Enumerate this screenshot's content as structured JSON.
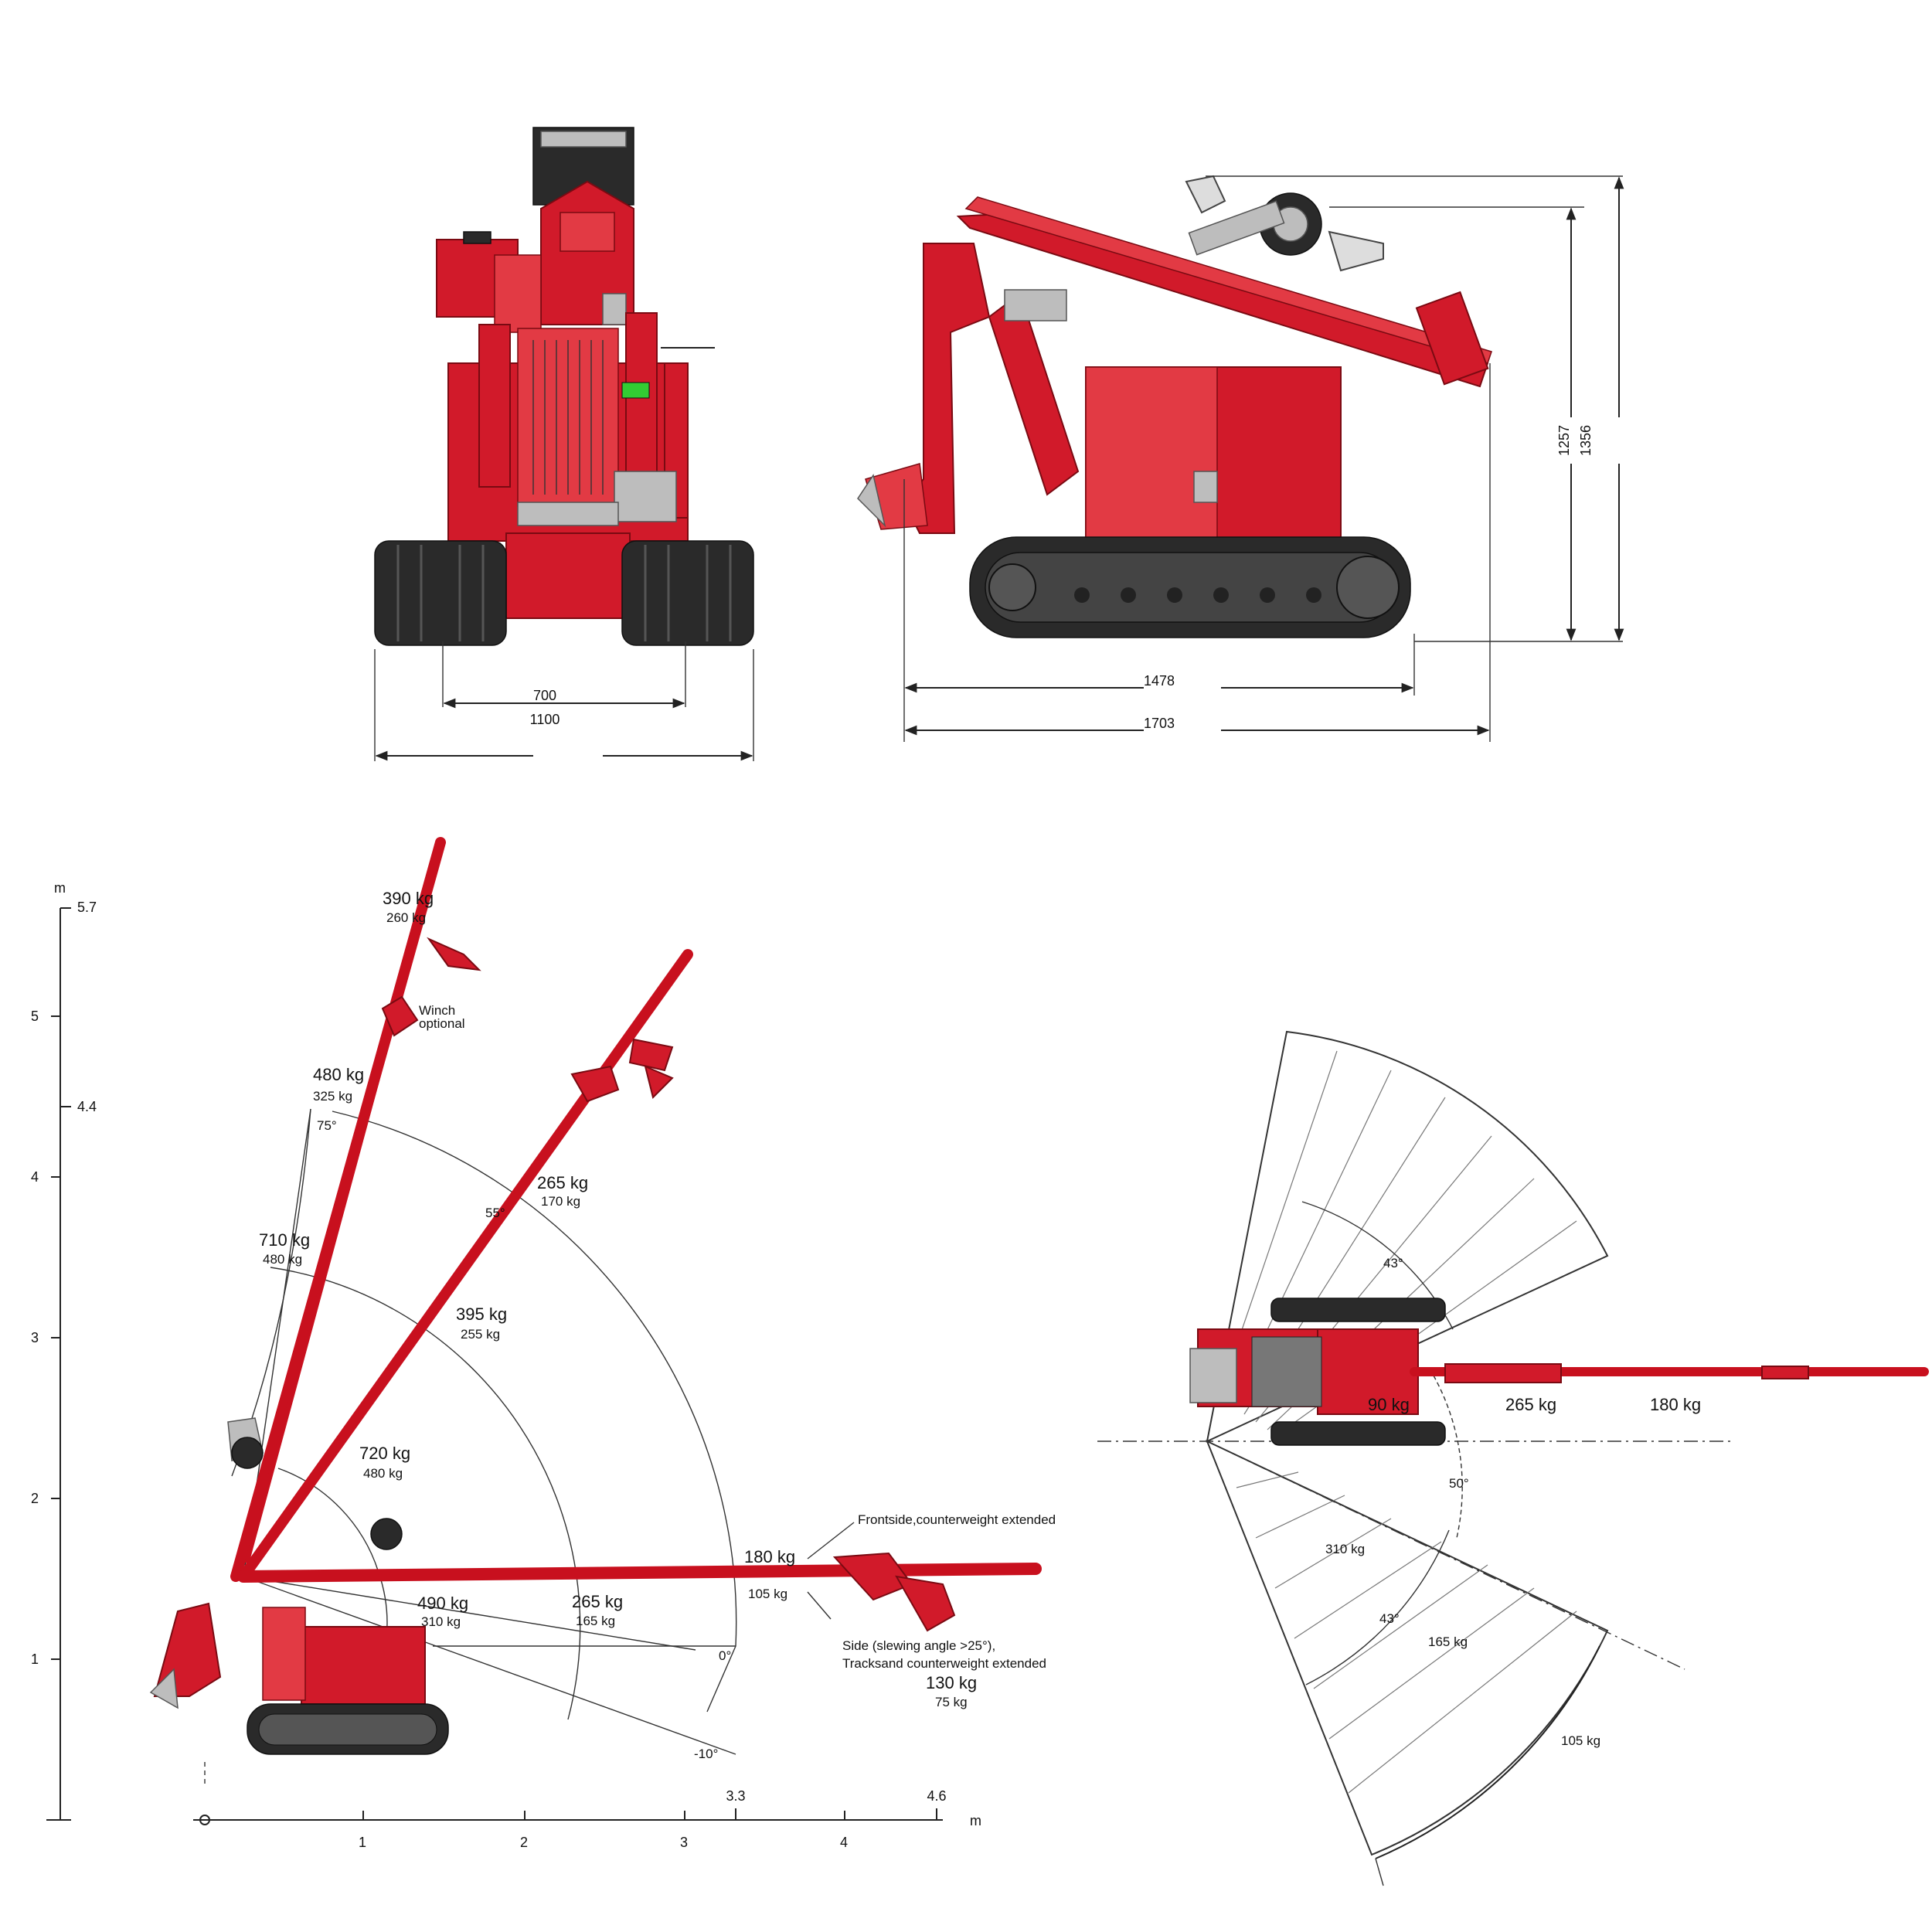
{
  "front_view": {
    "dims": {
      "track_gauge": "700",
      "overall_width": "1100"
    }
  },
  "side_view": {
    "dims": {
      "length_inner": "1478",
      "length_overall": "1703",
      "height_inner": "1257",
      "height_overall": "1356"
    }
  },
  "load_chart": {
    "y_axis": {
      "unit": "m",
      "ticks": [
        "1",
        "2",
        "3",
        "4",
        "5"
      ],
      "marks": [
        "4.4",
        "5.7"
      ]
    },
    "x_axis": {
      "unit": "m",
      "ticks": [
        "1",
        "2",
        "3",
        "4"
      ],
      "marks": [
        "3.3",
        "4.6"
      ]
    },
    "angles": [
      "75°",
      "55°",
      "0°",
      "-10°"
    ],
    "winch_note": [
      "Winch",
      "optional"
    ],
    "labels": [
      {
        "main": "390 kg",
        "sub": "260 kg"
      },
      {
        "main": "480 kg",
        "sub": "325 kg"
      },
      {
        "main": "710 kg",
        "sub": "480 kg"
      },
      {
        "main": "720 kg",
        "sub": "480 kg"
      },
      {
        "main": "265 kg",
        "sub": "170 kg"
      },
      {
        "main": "395 kg",
        "sub": "255 kg"
      },
      {
        "main": "490 kg",
        "sub": "310 kg"
      },
      {
        "main": "265 kg",
        "sub": "165 kg"
      },
      {
        "main": "180 kg",
        "sub": "105 kg"
      },
      {
        "main": "130 kg",
        "sub": "75 kg"
      }
    ],
    "notes": {
      "front": "Frontside,counterweight  extended",
      "side_1": "Side (slewing angle >25°),",
      "side_2": "Tracksand counterweight extended"
    }
  },
  "top_view": {
    "angles": [
      "43°",
      "50°",
      "43°"
    ],
    "boom_labels": [
      "90 kg",
      "265 kg",
      "180 kg"
    ],
    "sector_labels": [
      "310 kg",
      "165 kg",
      "105 kg"
    ]
  }
}
